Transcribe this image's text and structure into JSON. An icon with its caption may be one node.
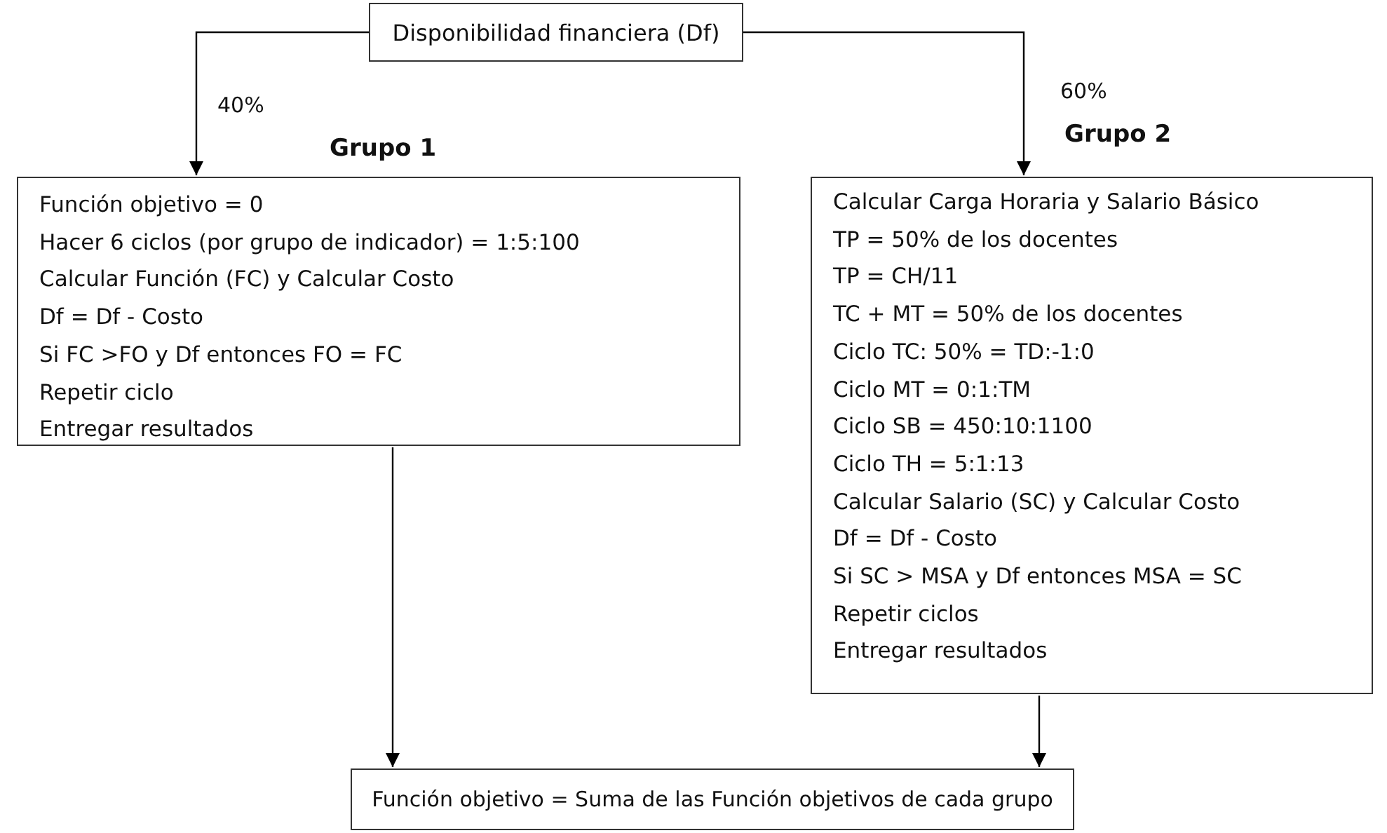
{
  "diagram": {
    "nodes": [
      {
        "text": [
          "Disponibilidad financiera (Df)"
        ]
      },
      {
        "text": [
          "Grupo 1",
          "Función objetivo = 0",
          "Hacer 6 ciclos (por grupo de indicador) = 1:5:100",
          "Calcular Función (FC) y Calcular Costo",
          "Df = Df - Costo",
          "Si FC >FO y Df entonces FO = FC",
          "Repetir ciclo",
          "Entregar resultados"
        ]
      },
      {
        "text": [
          "Grupo 2",
          "Calcular Carga Horaria y Salario Básico",
          "TP = 50% de los docentes",
          "TP = CH/11",
          "TC + MT = 50% de los docentes",
          "Ciclo TC: 50% = TD:-1:0",
          "Ciclo MT = 0:1:TM",
          "Ciclo SB = 450:10:1100",
          "Ciclo TH = 5:1:13",
          "Calcular Salario (SC) y Calcular Costo",
          "Df = Df - Costo",
          "Si SC > MSA y Df entonces MSA = SC",
          "Repetir ciclos",
          "Entregar resultados"
        ]
      },
      {
        "text": [
          "Función objetivo = Suma de las Función objetivos de cada grupo"
        ]
      }
    ],
    "edges": [
      {
        "from": 0,
        "to": 1,
        "label": "40%",
        "arrow": "to"
      },
      {
        "from": 0,
        "to": 2,
        "label": "60%",
        "arrow": "to"
      },
      {
        "from": 1,
        "to": 3,
        "arrow": "to"
      },
      {
        "from": 2,
        "to": 3,
        "arrow": "to"
      }
    ]
  }
}
